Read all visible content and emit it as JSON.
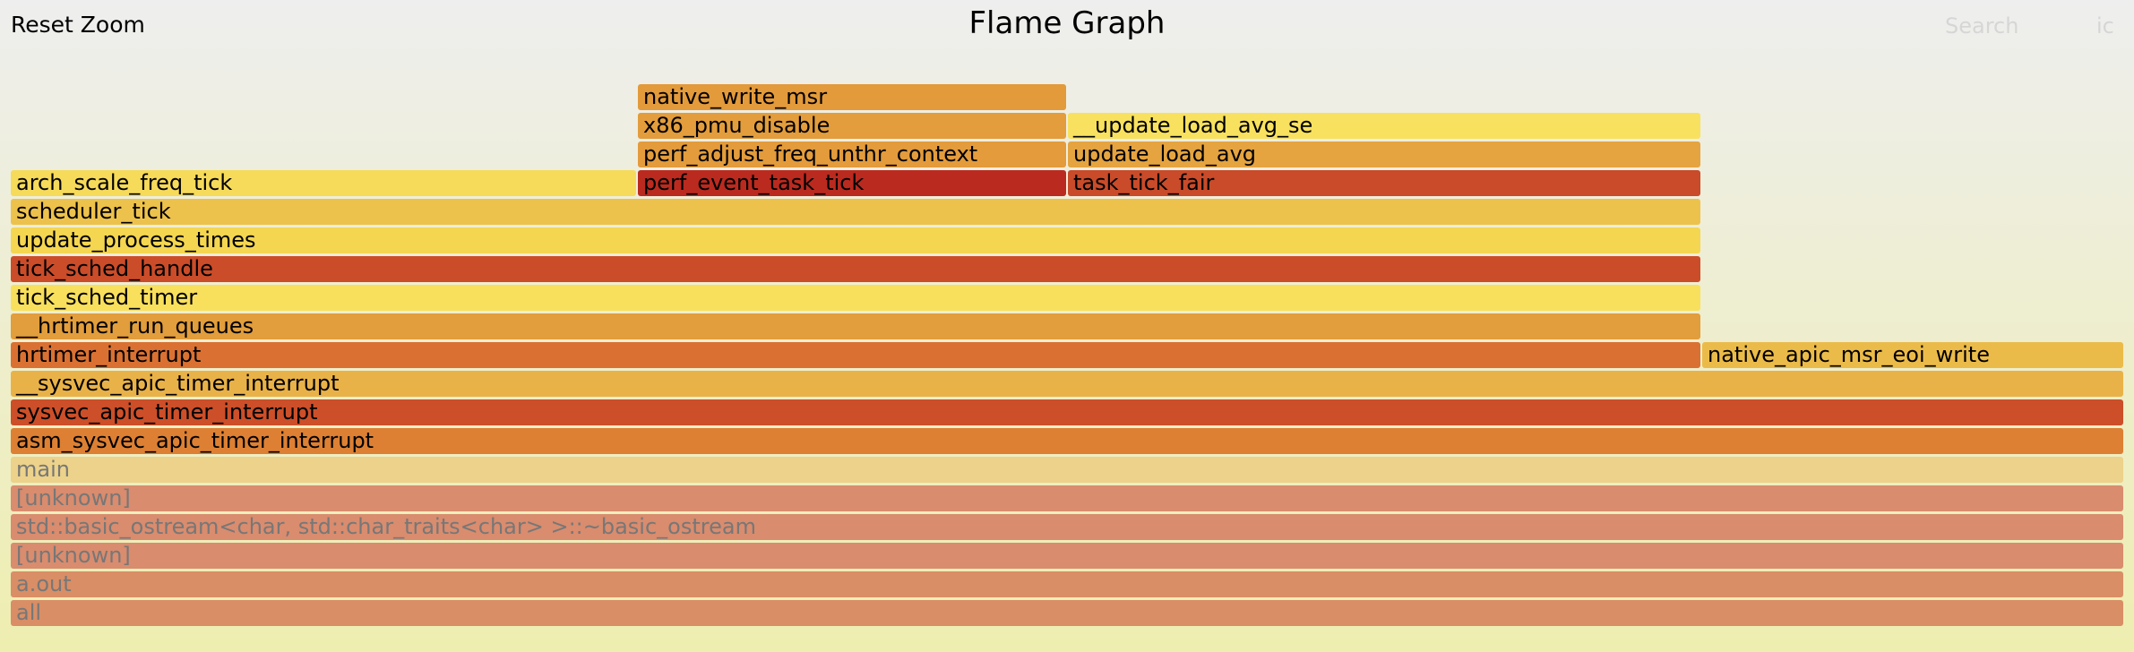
{
  "header": {
    "reset_zoom": "Reset Zoom",
    "title": "Flame Graph",
    "search": "Search",
    "ignorecase": "ic"
  },
  "frames": [
    {
      "name": "all",
      "depth": 0,
      "start": 0.0,
      "end": 1.0,
      "color": "#d98e66",
      "dim": true
    },
    {
      "name": "a.out",
      "depth": 1,
      "start": 0.0,
      "end": 1.0,
      "color": "#d98e66",
      "dim": true
    },
    {
      "name": "[unknown]",
      "depth": 2,
      "start": 0.0,
      "end": 1.0,
      "color": "#d98c6e",
      "dim": true
    },
    {
      "name": "std::basic_ostream<char, std::char_traits<char> >::~basic_ostream",
      "depth": 3,
      "start": 0.0,
      "end": 1.0,
      "color": "#d98c6e",
      "dim": true
    },
    {
      "name": "[unknown]",
      "depth": 4,
      "start": 0.0,
      "end": 1.0,
      "color": "#d98c6e",
      "dim": true
    },
    {
      "name": "main",
      "depth": 5,
      "start": 0.0,
      "end": 1.0,
      "color": "#ecd28a",
      "dim": true
    },
    {
      "name": "asm_sysvec_apic_timer_interrupt",
      "depth": 6,
      "start": 0.0,
      "end": 1.0,
      "color": "#dd8033"
    },
    {
      "name": "sysvec_apic_timer_interrupt",
      "depth": 7,
      "start": 0.0,
      "end": 1.0,
      "color": "#cc4f29"
    },
    {
      "name": "__sysvec_apic_timer_interrupt",
      "depth": 8,
      "start": 0.0,
      "end": 1.0,
      "color": "#e9b248"
    },
    {
      "name": "hrtimer_interrupt",
      "depth": 9,
      "start": 0.0,
      "end": 0.8,
      "color": "#da7132"
    },
    {
      "name": "native_apic_msr_eoi_write",
      "depth": 9,
      "start": 0.8,
      "end": 1.0,
      "color": "#ebbb49"
    },
    {
      "name": "__hrtimer_run_queues",
      "depth": 10,
      "start": 0.0,
      "end": 0.8,
      "color": "#e29d3c"
    },
    {
      "name": "tick_sched_timer",
      "depth": 11,
      "start": 0.0,
      "end": 0.8,
      "color": "#f8e05c"
    },
    {
      "name": "tick_sched_handle",
      "depth": 12,
      "start": 0.0,
      "end": 0.8,
      "color": "#cb4c29"
    },
    {
      "name": "update_process_times",
      "depth": 13,
      "start": 0.0,
      "end": 0.8,
      "color": "#f4d651"
    },
    {
      "name": "scheduler_tick",
      "depth": 14,
      "start": 0.0,
      "end": 0.8,
      "color": "#edc24c"
    },
    {
      "name": "arch_scale_freq_tick",
      "depth": 15,
      "start": 0.0,
      "end": 0.3,
      "color": "#f6da5a"
    },
    {
      "name": "perf_event_task_tick",
      "depth": 15,
      "start": 0.3,
      "end": 0.5,
      "color": "#bb2a1f"
    },
    {
      "name": "task_tick_fair",
      "depth": 15,
      "start": 0.5,
      "end": 0.8,
      "color": "#c94b29"
    },
    {
      "name": "perf_adjust_freq_unthr_context",
      "depth": 16,
      "start": 0.3,
      "end": 0.5,
      "color": "#e39b3c"
    },
    {
      "name": "update_load_avg",
      "depth": 16,
      "start": 0.5,
      "end": 0.8,
      "color": "#e5a440"
    },
    {
      "name": "x86_pmu_disable",
      "depth": 17,
      "start": 0.3,
      "end": 0.5,
      "color": "#e39d3c"
    },
    {
      "name": "__update_load_avg_se",
      "depth": 17,
      "start": 0.5,
      "end": 0.8,
      "color": "#f8e15e"
    },
    {
      "name": "native_write_msr",
      "depth": 18,
      "start": 0.3,
      "end": 0.5,
      "color": "#e39a3b"
    }
  ]
}
